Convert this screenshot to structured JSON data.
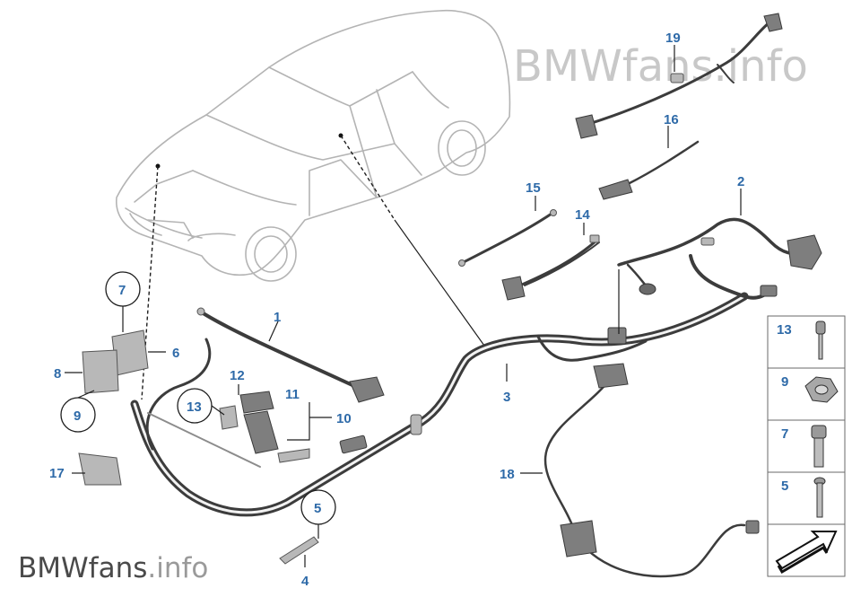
{
  "watermark_top": {
    "brand": "BMWfans",
    "suffix": ".info"
  },
  "watermark_bottom": {
    "brand": "BMWfans",
    "suffix": ".info"
  },
  "callouts": {
    "c1": "1",
    "c2": "2",
    "c3": "3",
    "c4": "4",
    "c5": "5",
    "c6": "6",
    "c7": "7",
    "c8": "8",
    "c9": "9",
    "c10": "10",
    "c11": "11",
    "c12": "12",
    "c13": "13",
    "c14": "14",
    "c15": "15",
    "c16": "16",
    "c17": "17",
    "c18": "18",
    "c19": "19"
  },
  "side_panel": {
    "items": [
      "13",
      "9",
      "7",
      "5"
    ]
  },
  "colors": {
    "callout": "#2e6aa8",
    "car_outline": "#b4b4b4",
    "cable": "#3c3c3c"
  },
  "icons": [
    "car-outline-icon",
    "arrow-forward-icon",
    "rivet-icon",
    "nut-icon",
    "bolt-icon",
    "clip-icon"
  ]
}
